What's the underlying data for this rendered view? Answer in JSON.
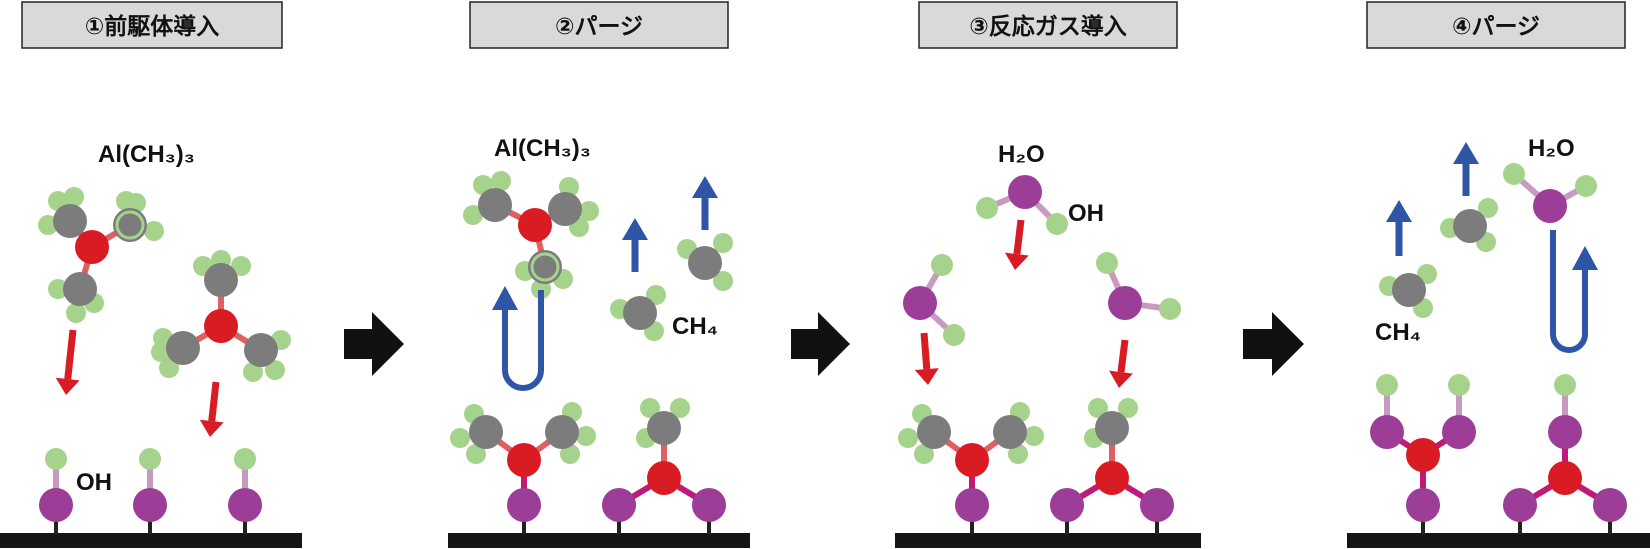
{
  "colors": {
    "aluminum": "#d91c24",
    "carbon": "#7c7c7c",
    "hydrogen": "#a6d38b",
    "oxygen": "#9c3d97",
    "bond_al": "#e06060",
    "bond_o": "#c89ac0",
    "bond_surface": "#c2187a",
    "arrow_down": "#d91c24",
    "arrow_up": "#2f56a6",
    "step_arrow": "#111111",
    "header_fill": "#d9d9d9",
    "substrate": "#151515"
  },
  "steps": [
    {
      "title": "①前駆体導入",
      "labels": [
        "Al(CH₃)₃",
        "OH"
      ]
    },
    {
      "title": "②パージ",
      "labels": [
        "Al(CH₃)₃",
        "CH₄"
      ]
    },
    {
      "title": "③反応ガス導入",
      "labels": [
        "H₂O",
        "OH"
      ]
    },
    {
      "title": "④パージ",
      "labels": [
        "H₂O",
        "CH₄"
      ]
    }
  ]
}
